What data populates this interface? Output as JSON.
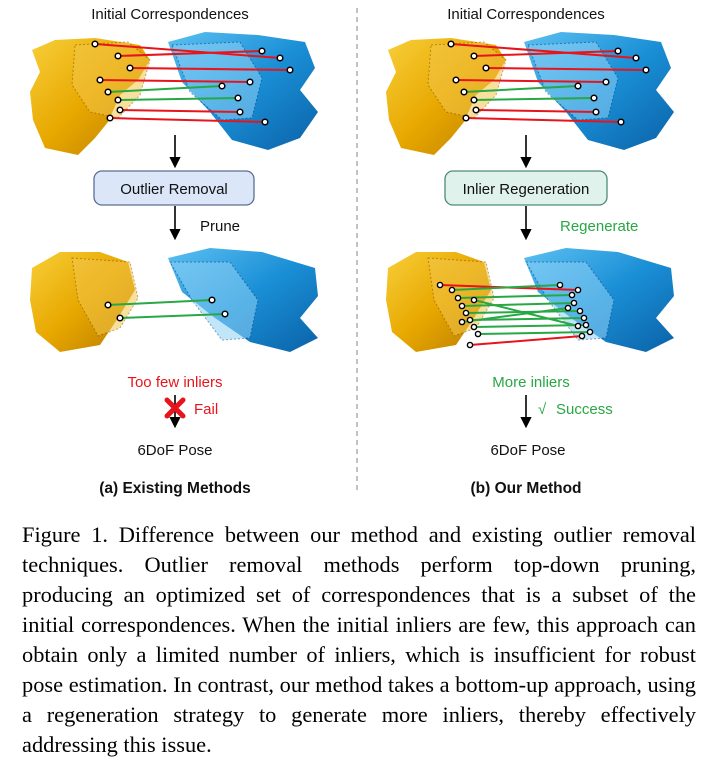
{
  "left_panel": {
    "title": "Initial Correspondences",
    "module_label": "Outlier Removal",
    "action_label": "Prune",
    "result_label": "Too few inliers",
    "status_label": "Fail",
    "output_label": "6DoF Pose",
    "subcaption": "(a) Existing Methods"
  },
  "right_panel": {
    "title": "Initial Correspondences",
    "module_label": "Inlier Regeneration",
    "action_label": "Regenerate",
    "result_label": "More inliers",
    "status_symbol": "√",
    "status_label": "Success",
    "output_label": "6DoF Pose",
    "subcaption": "(b) Our Method"
  },
  "caption": "Figure 1. Difference between our method and existing outlier removal techniques. Outlier removal methods perform top-down pruning, producing an optimized set of correspondences that is a subset of the initial correspondences. When the initial inliers are few, this approach can obtain only a limited number of inliers, which is insufficient for robust pose estimation. In contrast, our method takes a bottom-up approach, using a regeneration strategy to generate more inliers, thereby effectively addressing this issue.",
  "colors": {
    "inlier": "#27a844",
    "outlier": "#e8141c",
    "source_cloud": "#e8a800",
    "target_cloud": "#1a8fd6",
    "module_fill_left": "#dbe6f8",
    "module_fill_right": "#dff2ec",
    "fail_mark": "#e8141c",
    "success_text": "#27a844"
  },
  "icons": {
    "fail": "cross-mark-icon",
    "success": "check-mark-icon"
  }
}
